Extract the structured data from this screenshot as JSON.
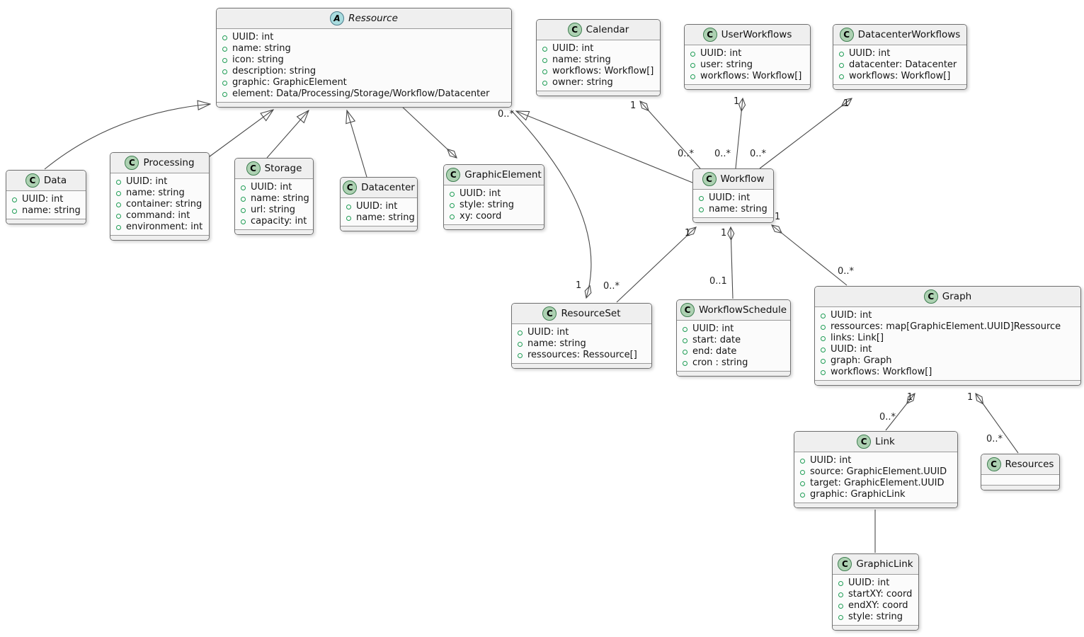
{
  "diagram": {
    "classes": [
      {
        "name": "Ressource",
        "letter": "A",
        "kind": "abstract",
        "attributes": [
          "UUID: int",
          "name: string",
          "icon: string",
          "description: string",
          "graphic: GraphicElement",
          "element: Data/Processing/Storage/Workflow/Datacenter"
        ]
      },
      {
        "name": "Calendar",
        "letter": "C",
        "kind": "class",
        "attributes": [
          "UUID: int",
          "name: string",
          "workflows: Workflow[]",
          "owner: string"
        ]
      },
      {
        "name": "UserWorkflows",
        "letter": "C",
        "kind": "class",
        "attributes": [
          "UUID: int",
          "user: string",
          "workflows: Workflow[]"
        ]
      },
      {
        "name": "DatacenterWorkflows",
        "letter": "C",
        "kind": "class",
        "attributes": [
          "UUID: int",
          "datacenter: Datacenter",
          "workflows: Workflow[]"
        ]
      },
      {
        "name": "Data",
        "letter": "C",
        "kind": "class",
        "attributes": [
          "UUID: int",
          "name: string"
        ]
      },
      {
        "name": "Processing",
        "letter": "C",
        "kind": "class",
        "attributes": [
          "UUID: int",
          "name: string",
          "container: string",
          "command: int",
          "environment: int"
        ]
      },
      {
        "name": "Storage",
        "letter": "C",
        "kind": "class",
        "attributes": [
          "UUID: int",
          "name: string",
          "url: string",
          "capacity: int"
        ]
      },
      {
        "name": "Datacenter",
        "letter": "C",
        "kind": "class",
        "attributes": [
          "UUID: int",
          "name: string"
        ]
      },
      {
        "name": "GraphicElement",
        "letter": "C",
        "kind": "class",
        "attributes": [
          "UUID: int",
          "style: string",
          "xy: coord"
        ]
      },
      {
        "name": "Workflow",
        "letter": "C",
        "kind": "class",
        "attributes": [
          "UUID: int",
          "name: string"
        ]
      },
      {
        "name": "ResourceSet",
        "letter": "C",
        "kind": "class",
        "attributes": [
          "UUID: int",
          "name: string",
          "ressources: Ressource[]"
        ]
      },
      {
        "name": "WorkflowSchedule",
        "letter": "C",
        "kind": "class",
        "attributes": [
          "UUID: int",
          "start: date",
          "end: date",
          "cron : string"
        ]
      },
      {
        "name": "Graph",
        "letter": "C",
        "kind": "class",
        "attributes": [
          "UUID: int",
          "ressources: map[GraphicElement.UUID]Ressource",
          "links: Link[]",
          "UUID: int",
          "graph: Graph",
          "workflows: Workflow[]"
        ]
      },
      {
        "name": "Link",
        "letter": "C",
        "kind": "class",
        "attributes": [
          "UUID: int",
          "source: GraphicElement.UUID",
          "target: GraphicElement.UUID",
          "graphic: GraphicLink"
        ]
      },
      {
        "name": "Resources",
        "letter": "C",
        "kind": "class",
        "attributes": []
      },
      {
        "name": "GraphicLink",
        "letter": "C",
        "kind": "class",
        "attributes": [
          "UUID: int",
          "startXY: coord",
          "endXY: coord",
          "style: string"
        ]
      }
    ],
    "relations": [
      {
        "type": "generalization",
        "from": "Data",
        "to": "Ressource"
      },
      {
        "type": "generalization",
        "from": "Processing",
        "to": "Ressource"
      },
      {
        "type": "generalization",
        "from": "Storage",
        "to": "Ressource"
      },
      {
        "type": "generalization",
        "from": "Datacenter",
        "to": "Ressource"
      },
      {
        "type": "generalization",
        "from": "Workflow",
        "to": "Ressource"
      },
      {
        "type": "aggregation",
        "owner": "GraphicElement",
        "part": "Ressource",
        "owner_mult": "",
        "part_mult": ""
      },
      {
        "type": "aggregation",
        "owner": "ResourceSet",
        "part": "Ressource",
        "owner_mult": "1",
        "part_mult": "0..*"
      },
      {
        "type": "aggregation",
        "owner": "Calendar",
        "part": "Workflow",
        "owner_mult": "1",
        "part_mult": "0..*"
      },
      {
        "type": "aggregation",
        "owner": "UserWorkflows",
        "part": "Workflow",
        "owner_mult": "1",
        "part_mult": "0..*"
      },
      {
        "type": "aggregation",
        "owner": "DatacenterWorkflows",
        "part": "Workflow",
        "owner_mult": "1",
        "part_mult": "0..*"
      },
      {
        "type": "aggregation",
        "owner": "Workflow",
        "part": "ResourceSet",
        "owner_mult": "1",
        "part_mult": "0..*"
      },
      {
        "type": "aggregation",
        "owner": "Workflow",
        "part": "WorkflowSchedule",
        "owner_mult": "1",
        "part_mult": "0..1"
      },
      {
        "type": "aggregation",
        "owner": "Workflow",
        "part": "Graph",
        "owner_mult": "1",
        "part_mult": "0..*"
      },
      {
        "type": "aggregation",
        "owner": "Graph",
        "part": "Link",
        "owner_mult": "1",
        "part_mult": "0..*"
      },
      {
        "type": "aggregation",
        "owner": "Graph",
        "part": "Resources",
        "owner_mult": "1",
        "part_mult": "0..*"
      },
      {
        "type": "association",
        "from": "Link",
        "to": "GraphicLink"
      }
    ]
  },
  "colors": {
    "background": "#ffffff",
    "class_header_fill": "#efefef",
    "class_body_fill": "#fbfbfb",
    "class_border": "#707070",
    "edge_line": "#4a4a4a",
    "class_icon_fill": "#ADD1B2",
    "abstract_icon_fill": "#A9DCDF",
    "attribute_icon": "#1f9d55"
  }
}
